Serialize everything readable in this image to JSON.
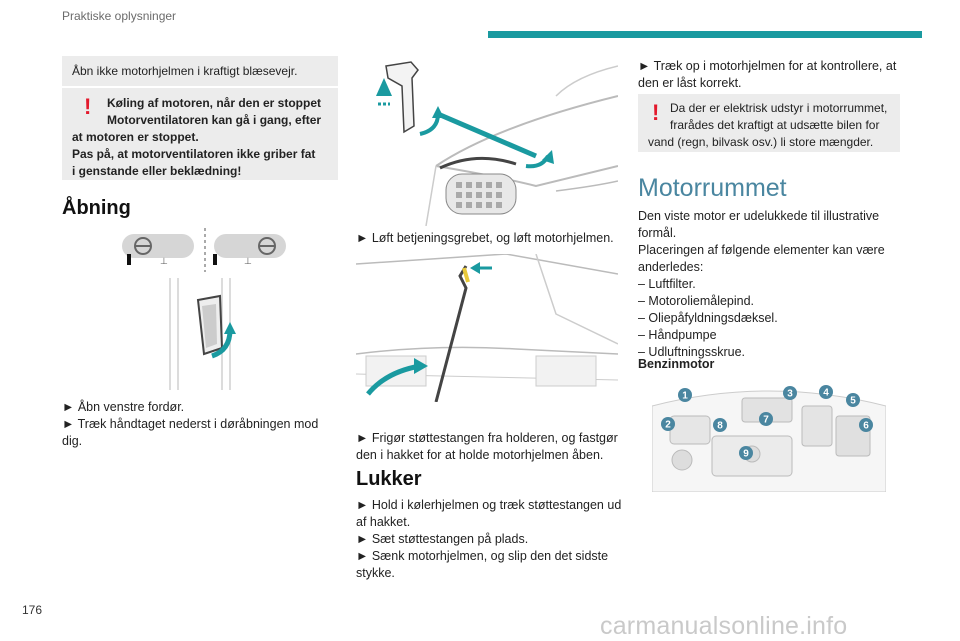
{
  "header": {
    "section": "Praktiske oplysninger"
  },
  "page_number": "176",
  "watermark": "carmanualsonline.info",
  "colors": {
    "accent": "#1a9aa0",
    "danger": "#e3192c",
    "heading_blue": "#4a86a0",
    "note_bg": "#ececec"
  },
  "col1": {
    "note": "Åbn ikke motorhjelmen i kraftigt blæsevejr.",
    "warning_lines": [
      "Køling af motoren, når den er stoppet",
      "Motorventilatoren kan gå i gang, efter",
      "at motoren er stoppet.",
      "Pas på, at motorventilatoren ikke griber fat",
      "i genstande eller beklædning!"
    ],
    "heading": "Åbning",
    "steps": [
      "►  Åbn venstre fordør.",
      "►  Træk håndtaget nederst i døråbningen mod",
      "dig."
    ]
  },
  "col2": {
    "step1": "►  Løft betjeningsgrebet, og løft motorhjelmen.",
    "step2_lines": [
      "►  Frigør støttestangen fra holderen, og fastgør",
      "den i hakket for at holde motorhjelmen åben."
    ],
    "heading": "Lukker",
    "closing_lines": [
      "►  Hold i kølerhjelmen og træk støttestangen ud",
      "af hakket.",
      "►  Sæt støttestangen på plads.",
      "►  Sænk motorhjelmen, og slip den det sidste",
      "stykke."
    ]
  },
  "col3": {
    "intro_lines": [
      "►  Træk op i motorhjelmen for at kontrollere, at",
      "den er låst korrekt."
    ],
    "warning_lines": [
      "Da der er elektrisk udstyr i motorrummet,",
      "frarådes det kraftigt at udsætte bilen for",
      "vand (regn, bilvask osv.) li store mængder."
    ],
    "heading": "Motorrummet",
    "desc_lines": [
      "Den viste motor er udelukkede til illustrative",
      "formål.",
      "Placeringen af følgende elementer kan være",
      "anderledes:",
      "– Luftfilter.",
      "– Motoroliemålepind.",
      "– Oliepåfyldningsdæksel.",
      "– Håndpumpe",
      "– Udluftningsskrue."
    ],
    "subheading": "Benzinmotor",
    "badges": [
      "1",
      "2",
      "3",
      "4",
      "5",
      "6",
      "7",
      "8",
      "9"
    ]
  }
}
